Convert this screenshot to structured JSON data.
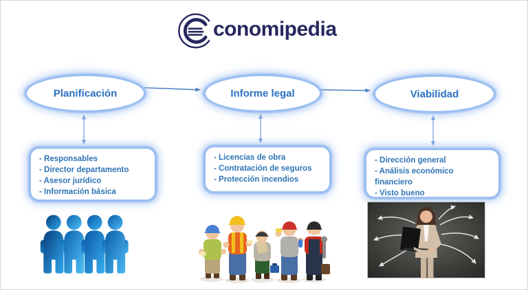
{
  "logo": {
    "brand_text": "conomipedia",
    "icon": "economipedia-e-logo",
    "color": "#27275f"
  },
  "diagram": {
    "nodes": [
      {
        "label": "Planificación"
      },
      {
        "label": "Informe legal"
      },
      {
        "label": "Viabilidad"
      }
    ],
    "detail_boxes": [
      {
        "items": [
          "- Responsables",
          "- Director departamento",
          "- Asesor jurídico",
          "- Información básica"
        ]
      },
      {
        "items": [
          "- Licencias de obra",
          "- Contratación de seguros",
          "- Protección incendios"
        ]
      },
      {
        "items": [
          "- Dirección general",
          "- Análisis económico financiero",
          "- Visto bueno"
        ]
      }
    ],
    "connectors": {
      "between_nodes": "single-arrow-right",
      "node_to_box": "double-headed-vertical-arrow"
    },
    "illustrations": [
      {
        "name": "puzzle-team-illustration",
        "description": "Four blue puzzle-piece people joined together"
      },
      {
        "name": "construction-workers-figurines",
        "description": "Five cartoon construction worker figurines"
      },
      {
        "name": "businesswoman-with-laptop",
        "description": "Businesswoman holding a laptop on dark background with white arrows pointing in many directions"
      }
    ],
    "colors": {
      "node_text": "#2b6fc0",
      "box_text": "#2e74b5",
      "glow_border": "#98bdf0",
      "horizontal_arrow": "#4a7ec0",
      "vertical_arrow": "#7ca3dd"
    }
  }
}
